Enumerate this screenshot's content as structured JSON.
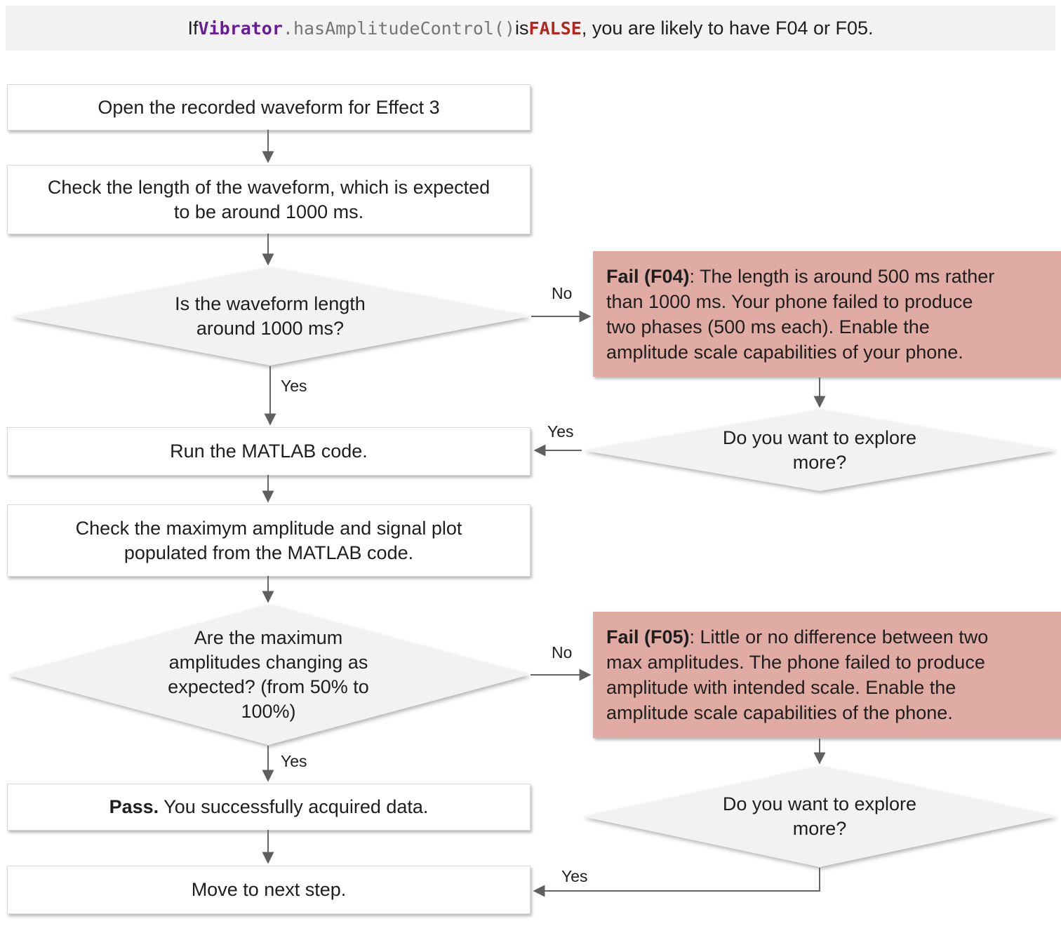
{
  "header": {
    "prefix": "If ",
    "code_class": "Vibrator",
    "code_method": ".hasAmplitudeControl()",
    "middle": " is ",
    "code_false": "FALSE",
    "suffix": ", you are likely to have F04 or F05."
  },
  "nodes": {
    "open_waveform": {
      "text": "Open the recorded waveform for Effect 3"
    },
    "check_length": {
      "text": "Check the length of the waveform, which is expected\nto be around 1000 ms."
    },
    "is_length_1000": {
      "text": "Is the waveform length\naround 1000 ms?"
    },
    "fail_f04": {
      "label": "Fail (F04)",
      "text": ": The length is around 500 ms rather\nthan 1000 ms. Your phone failed to produce\ntwo phases (500 ms each). Enable the\namplitude scale capabilities of your phone."
    },
    "explore_more_1": {
      "text": "Do you want to explore\nmore?"
    },
    "run_matlab": {
      "text": "Run the MATLAB code."
    },
    "check_amplitude": {
      "text": "Check the maximym amplitude and signal plot\npopulated from the MATLAB code."
    },
    "amplitudes_changing": {
      "text": "Are the maximum\namplitudes changing as\nexpected? (from 50% to\n100%)"
    },
    "fail_f05": {
      "label": "Fail (F05)",
      "text": ": Little or no difference between two\nmax amplitudes. The phone failed to produce\namplitude with intended scale. Enable the\namplitude scale capabilities of the phone."
    },
    "pass": {
      "label": "Pass.",
      "text": " You successfully acquired data."
    },
    "explore_more_2": {
      "text": "Do you want to explore\nmore?"
    },
    "move_next": {
      "text": "Move to next step."
    }
  },
  "edge_labels": {
    "yes_1": "Yes",
    "no_1": "No",
    "yes_2": "Yes",
    "yes_3": "Yes",
    "no_2": "No",
    "yes_4": "Yes"
  },
  "colors": {
    "header_band": "#f2f2f2",
    "process_box": "#ffffff",
    "process_border": "#d9d9d9",
    "fail_box": "#dfaba2",
    "decision_fill": "#f2f2f2",
    "code_class": "#6a1b9a",
    "code_false": "#b3261e",
    "arrow": "#666666",
    "text": "#1e1e1e"
  }
}
